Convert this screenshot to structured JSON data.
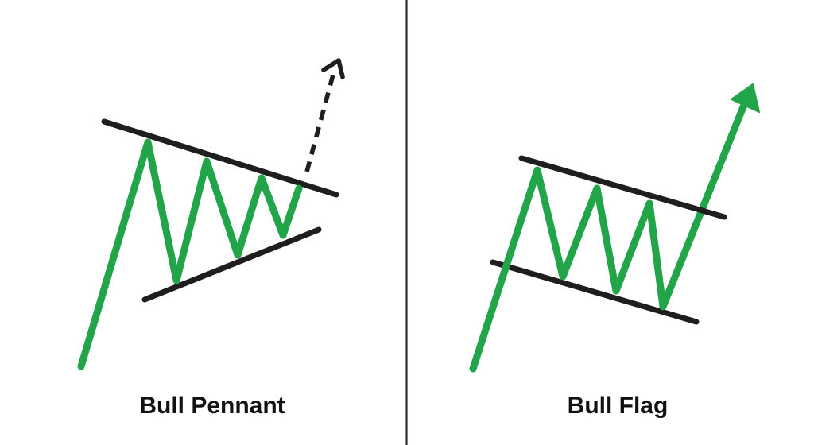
{
  "colors": {
    "bullish_green": "#22a449",
    "line_black": "#1e1e1e",
    "divider": "#2e2e2e",
    "label_text": "#121212",
    "background": "#ffffff"
  },
  "divider": {
    "points": [
      [
        511.5,
        0
      ],
      [
        511.5,
        560
      ]
    ]
  },
  "panels": [
    {
      "id": "bull-pennant",
      "label": "Bull Pennant",
      "pattern": {
        "price_path": [
          [
            102,
            461
          ],
          [
            186,
            179
          ],
          [
            222,
            353
          ],
          [
            260,
            203
          ],
          [
            299,
            321
          ],
          [
            329,
            224
          ],
          [
            356,
            296
          ],
          [
            376,
            237
          ]
        ],
        "upper_trendline": [
          [
            131,
            153
          ],
          [
            423,
            245
          ]
        ],
        "lower_trendline": [
          [
            182,
            377
          ],
          [
            401,
            289
          ]
        ],
        "breakout_arrow": {
          "style": "dashed",
          "shaft": [
            [
              386,
              216
            ],
            [
              419,
              94
            ]
          ],
          "head_points": [
            [
              407,
              88
            ],
            [
              426,
              76
            ],
            [
              431,
              97
            ]
          ]
        }
      }
    },
    {
      "id": "bull-flag",
      "label": "Bull Flag",
      "pattern": {
        "price_path": [
          [
            595,
            464
          ],
          [
            676,
            214
          ],
          [
            708,
            348
          ],
          [
            751,
            237
          ],
          [
            775,
            366
          ],
          [
            817,
            256
          ],
          [
            834,
            386
          ],
          [
            936,
            132
          ]
        ],
        "upper_trendline": [
          [
            656,
            199
          ],
          [
            911,
            273
          ]
        ],
        "lower_trendline": [
          [
            620,
            330
          ],
          [
            876,
            405
          ]
        ],
        "breakout_arrow": {
          "style": "solid",
          "head_points": [
            [
              947,
              106
            ],
            [
              955,
              141
            ],
            [
              920,
              125
            ]
          ]
        }
      }
    }
  ]
}
